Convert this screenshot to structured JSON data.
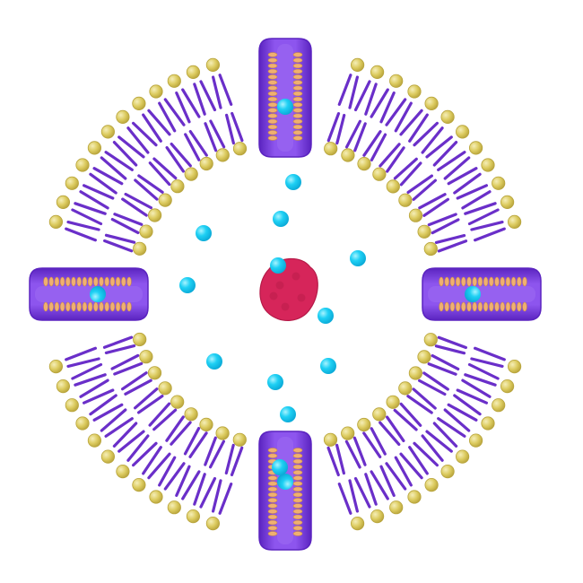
{
  "diagram": {
    "colors": {
      "background": "#ffffff",
      "lipid_head": "#d9c85a",
      "lipid_head_highlight": "#f3e9a8",
      "lipid_head_stroke": "#b8a43c",
      "lipid_tail": "#6a2fc9",
      "lipid_tail_highlight": "#8c5ae0",
      "channel_body": "#7d3fe3",
      "channel_dark": "#5b24c0",
      "channel_light": "#9a66f0",
      "channel_coil": "#f0b070",
      "channel_coil_dark": "#c98a4a",
      "ion": "#12c8f0",
      "ion_highlight": "#9ff0ff",
      "cargo": "#d6255a",
      "cargo_dark": "#b51a48"
    },
    "vesicle": {
      "outer_lipid_count": 72,
      "inner_lipid_count": 52
    },
    "channels": [
      {
        "name": "top",
        "angle_deg": -90,
        "ion": true
      },
      {
        "name": "right",
        "angle_deg": 0,
        "ion": true
      },
      {
        "name": "bottom",
        "angle_deg": 90,
        "ion": true
      },
      {
        "name": "left",
        "angle_deg": 180,
        "ion": true
      }
    ],
    "free_ion_count": 12
  }
}
